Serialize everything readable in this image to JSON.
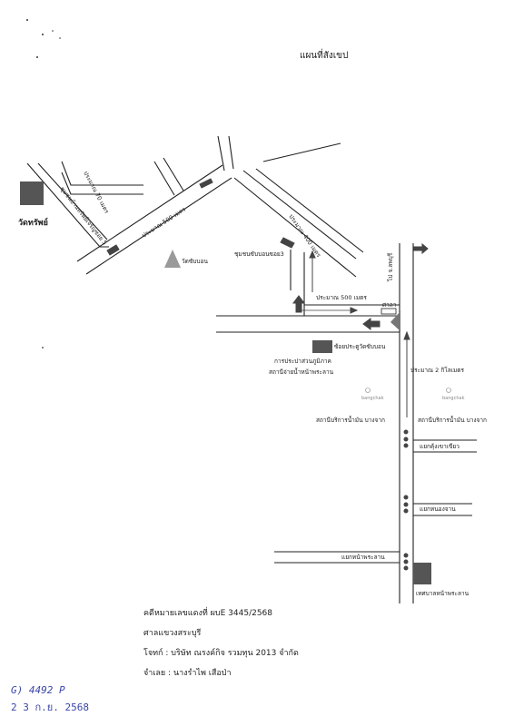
{
  "map": {
    "title": "แผนที่สังเขป",
    "labels": {
      "wat_supthip": "วัดทรัพย์",
      "about_70m": "ประมาณ 70 เมตร",
      "soi_chumchon_sap_charoen_5": "ชุมชนบ้านทรัพย์เจริญซอย 5",
      "about_500m_a": "ประมาณ 500 เมตร",
      "wat_sap_bon": "วัดซับบอน",
      "soi_chumchon_sap_bon_3": "ชุมชนซับบอนซอย3",
      "about_400m": "ประมาณ 400 เมตร",
      "about_500m_b": "ประมาณ 500 เมตร",
      "sala": "ศาลา",
      "to_phra_phutthabat": "ไป จ.ลพบุรี",
      "soi_pratu_wat_sap_bon": "ซ้อยประตูวัดซับบอน",
      "pwa_line1": "การประปาส่วนภูมิภาค",
      "pwa_line2": "สถานีจ่ายน้ำหน้าพระลาน",
      "about_2km": "ประมาณ 2 กิโลเมตร",
      "bangchak_logo_left": "bangchak",
      "bangchak_logo_right": "bangchak",
      "gas_station_left": "สถานีบริการน้ำมัน บางจาก",
      "gas_station_right": "สถานีบริการน้ำมัน บางจาก",
      "khok_khao_khiao": "แยกคุ้งเขาเขียว",
      "nong_chan": "แยกหนองจาน",
      "na_phra_lan_junction": "แยกหน้าพระลาน",
      "na_phra_lan_municipality": "เทศบาลหน้าพระลาน"
    }
  },
  "case": {
    "black_case": "คดีหมายเลขแดงที่ ผบE 3445/2568",
    "court": "ศาลแขวงสระบุรี",
    "plaintiff": "โจทก์ : บริษัท ณรงค์กิจ รวมทุน 2013 จำกัด",
    "defendant": "จำเลย : นางรำไพ เสือป่า"
  },
  "stamp": {
    "code": "G) 4492 P",
    "date": "2 3 ก.ย. 2568"
  },
  "colors": {
    "gray_marker": "#555555",
    "triangle_marker": "#9a9a9a",
    "stamp_blue": "#3a46a8"
  }
}
